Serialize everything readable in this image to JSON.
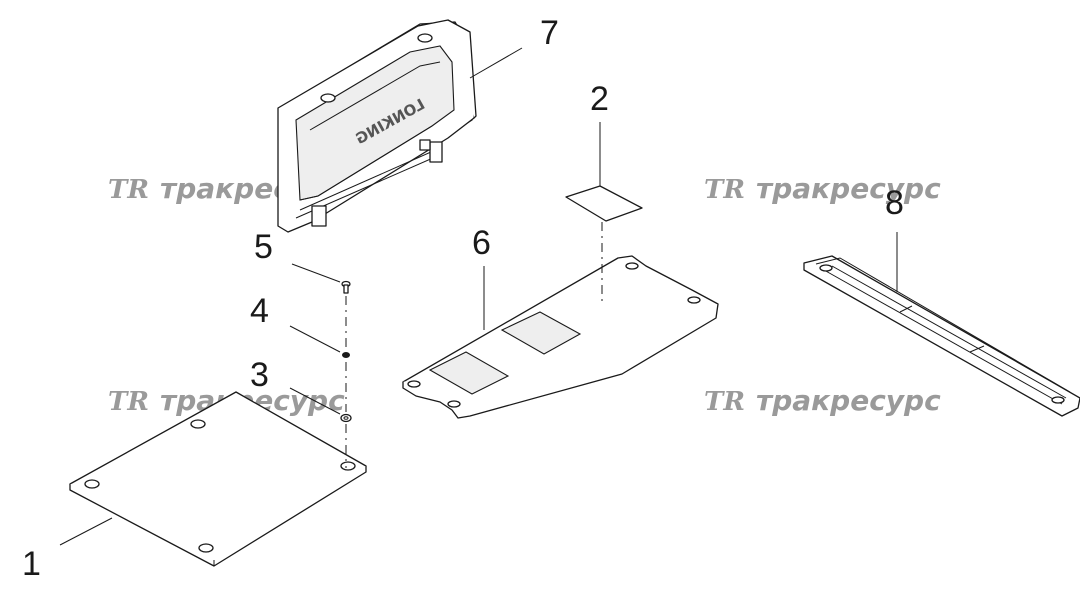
{
  "watermarks": [
    {
      "logo": "TR",
      "text": "тракресурс"
    },
    {
      "logo": "TR",
      "text": "тракресурс"
    },
    {
      "logo": "TR",
      "text": "тракресурс"
    },
    {
      "logo": "TR",
      "text": "тракресурс"
    }
  ],
  "embossed_label": "LONKING",
  "callouts": [
    {
      "number": "1",
      "part": "base-plate"
    },
    {
      "number": "2",
      "part": "pad"
    },
    {
      "number": "3",
      "part": "washer"
    },
    {
      "number": "4",
      "part": "nut"
    },
    {
      "number": "5",
      "part": "bolt"
    },
    {
      "number": "6",
      "part": "support-plate"
    },
    {
      "number": "7",
      "part": "cover"
    },
    {
      "number": "8",
      "part": "frame-rail"
    }
  ]
}
